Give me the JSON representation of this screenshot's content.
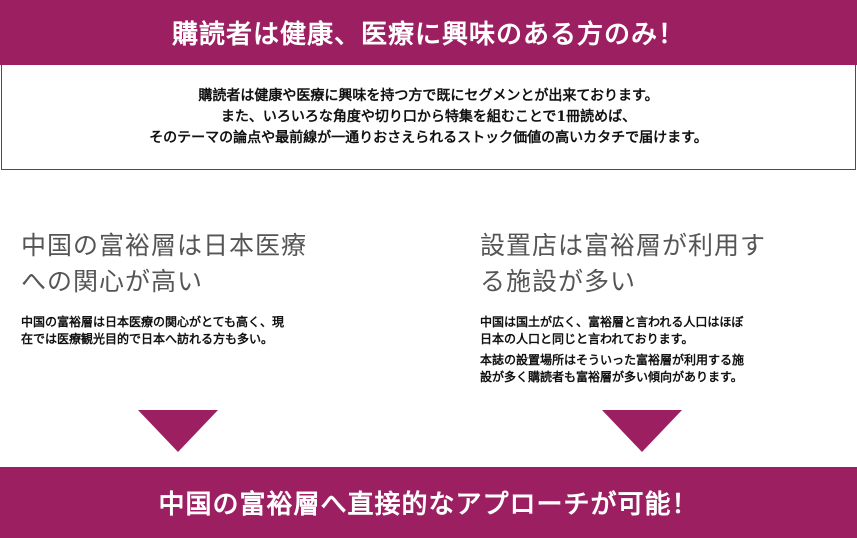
{
  "colors": {
    "accent": "#9c1f62",
    "heading_gray": "#555555"
  },
  "top_banner": {
    "title": "購読者は健康、医療に興味のある方のみ！"
  },
  "intro": {
    "lines": [
      "購読者は健康や医療に興味を持つ方で既にセグメンとが出来ております。",
      "また、いろいろな角度や切り口から特集を組むことで1冊読めば、",
      "そのテーマの論点や最前線が一通りおさえられるストック価値の高いカタチで届けます。"
    ]
  },
  "left_section": {
    "heading_line1": "中国の富裕層は日本医療",
    "heading_line2": "への関心が高い",
    "body_line1": "中国の富裕層は日本医療の関心がとても高く、現",
    "body_line2": "在では医療観光目的で日本へ訪れる方も多い。"
  },
  "right_section": {
    "heading_line1": "設置店は富裕層が利用す",
    "heading_line2": "る施設が多い",
    "body_p1_line1": "中国は国土が広く、富裕層と言われる人口はほぼ",
    "body_p1_line2": "日本の人口と同じと言われております。",
    "body_p2_line1": "本誌の設置場所はそういった富裕層が利用する施",
    "body_p2_line2": "設が多く購読者も富裕層が多い傾向があります。"
  },
  "arrows": {
    "icon": "down-arrow-icon"
  },
  "bottom_banner": {
    "title": "中国の富裕層へ直接的なアプローチが可能！"
  }
}
